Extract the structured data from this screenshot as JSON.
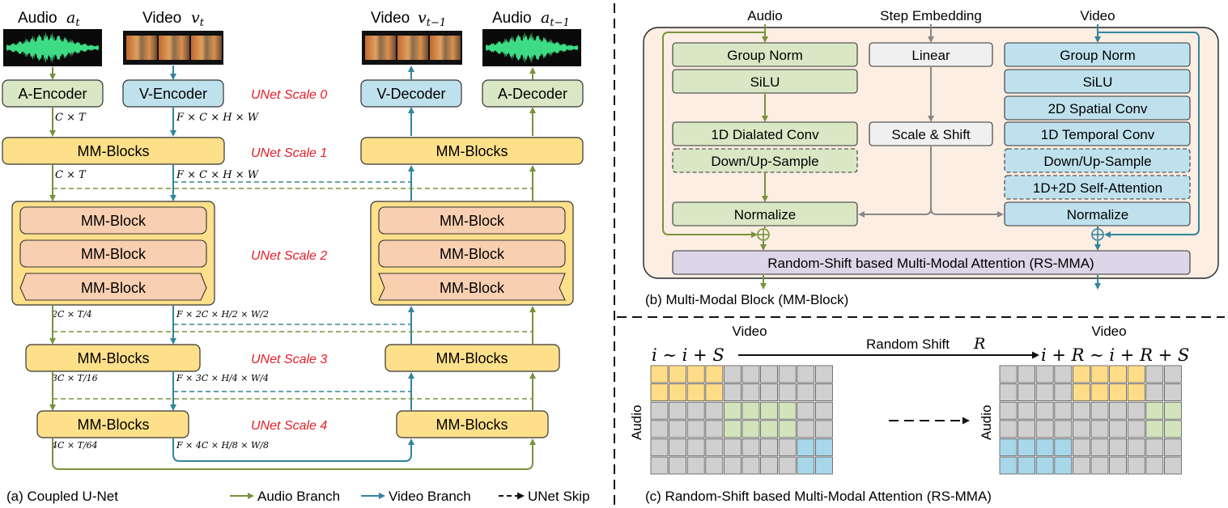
{
  "colors": {
    "green_box": "#d9e7c5",
    "green_stroke": "#6c8a3a",
    "green_line": "#77933c",
    "blue_box": "#bfe1ee",
    "blue_stroke": "#2c6f8a",
    "blue_line": "#31859c",
    "yellow_box": "#ffe08a",
    "yellow_stroke": "#c29a1b",
    "orange_box": "#f8cfb0",
    "panel_bg": "#fdeee3",
    "purple_box": "#dcd6e8",
    "gray_box": "#f0f0f0",
    "cell_gray": "#d0d0d0",
    "cell_yellow": "#ffdd88",
    "cell_green": "#d3e4bd",
    "cell_blue": "#a9d7ea",
    "scale_red": "#e0202a"
  },
  "panel_a": {
    "audio_in": "Audio",
    "audio_in_sym": "a_t",
    "video_in": "Video",
    "video_in_sym": "v_t",
    "video_out": "Video",
    "video_out_sym": "v_{t−1}",
    "audio_out": "Audio",
    "audio_out_sym": "a_{t−1}",
    "a_encoder": "A-Encoder",
    "v_encoder": "V-Encoder",
    "v_decoder": "V-Decoder",
    "a_decoder": "A-Decoder",
    "mm_blocks": "MM-Blocks",
    "mm_block": "MM-Block",
    "scales": [
      "UNet Scale 0",
      "UNet Scale 1",
      "UNet Scale 2",
      "UNet Scale 3",
      "UNet Scale 4"
    ],
    "dims": {
      "a0": "C × T",
      "v0": "F × C × H × W",
      "a1": "C × T",
      "v1": "F × C × H × W",
      "a2": "2C × T/4",
      "v2": "F × 2C × H/2 × W/2",
      "a3": "3C × T/16",
      "v3": "F × 3C × H/4 × W/4",
      "a4": "4C × T/64",
      "v4": "F × 4C × H/8 × W/8"
    },
    "caption": "(a) Coupled U-Net",
    "legend": {
      "audio": "Audio Branch",
      "video": "Video Branch",
      "skip": "UNet Skip"
    }
  },
  "panel_b": {
    "audio": "Audio",
    "step": "Step Embedding",
    "video": "Video",
    "group_norm": "Group Norm",
    "silu": "SiLU",
    "linear": "Linear",
    "spatial_conv": "2D Spatial Conv",
    "dilated_conv": "1D Dialated Conv",
    "temporal_conv": "1D Temporal Conv",
    "scale_shift": "Scale & Shift",
    "down_up": "Down/Up-Sample",
    "self_attn": "1D+2D Self-Attention",
    "normalize": "Normalize",
    "rsmma": "Random-Shift based Multi-Modal Attention (RS-MMA)",
    "caption": "(b) Multi-Modal Block (MM-Block)"
  },
  "panel_c": {
    "video_left": "Video",
    "video_right": "Video",
    "audio_label": "Audio",
    "range_left": "i ∼ i + S",
    "shift": "Random Shift",
    "shift_sym": "R",
    "range_right": "i + R ∼ i + R + S",
    "caption": "(c) Random-Shift based Multi-Modal Attention (RS-MMA)"
  }
}
